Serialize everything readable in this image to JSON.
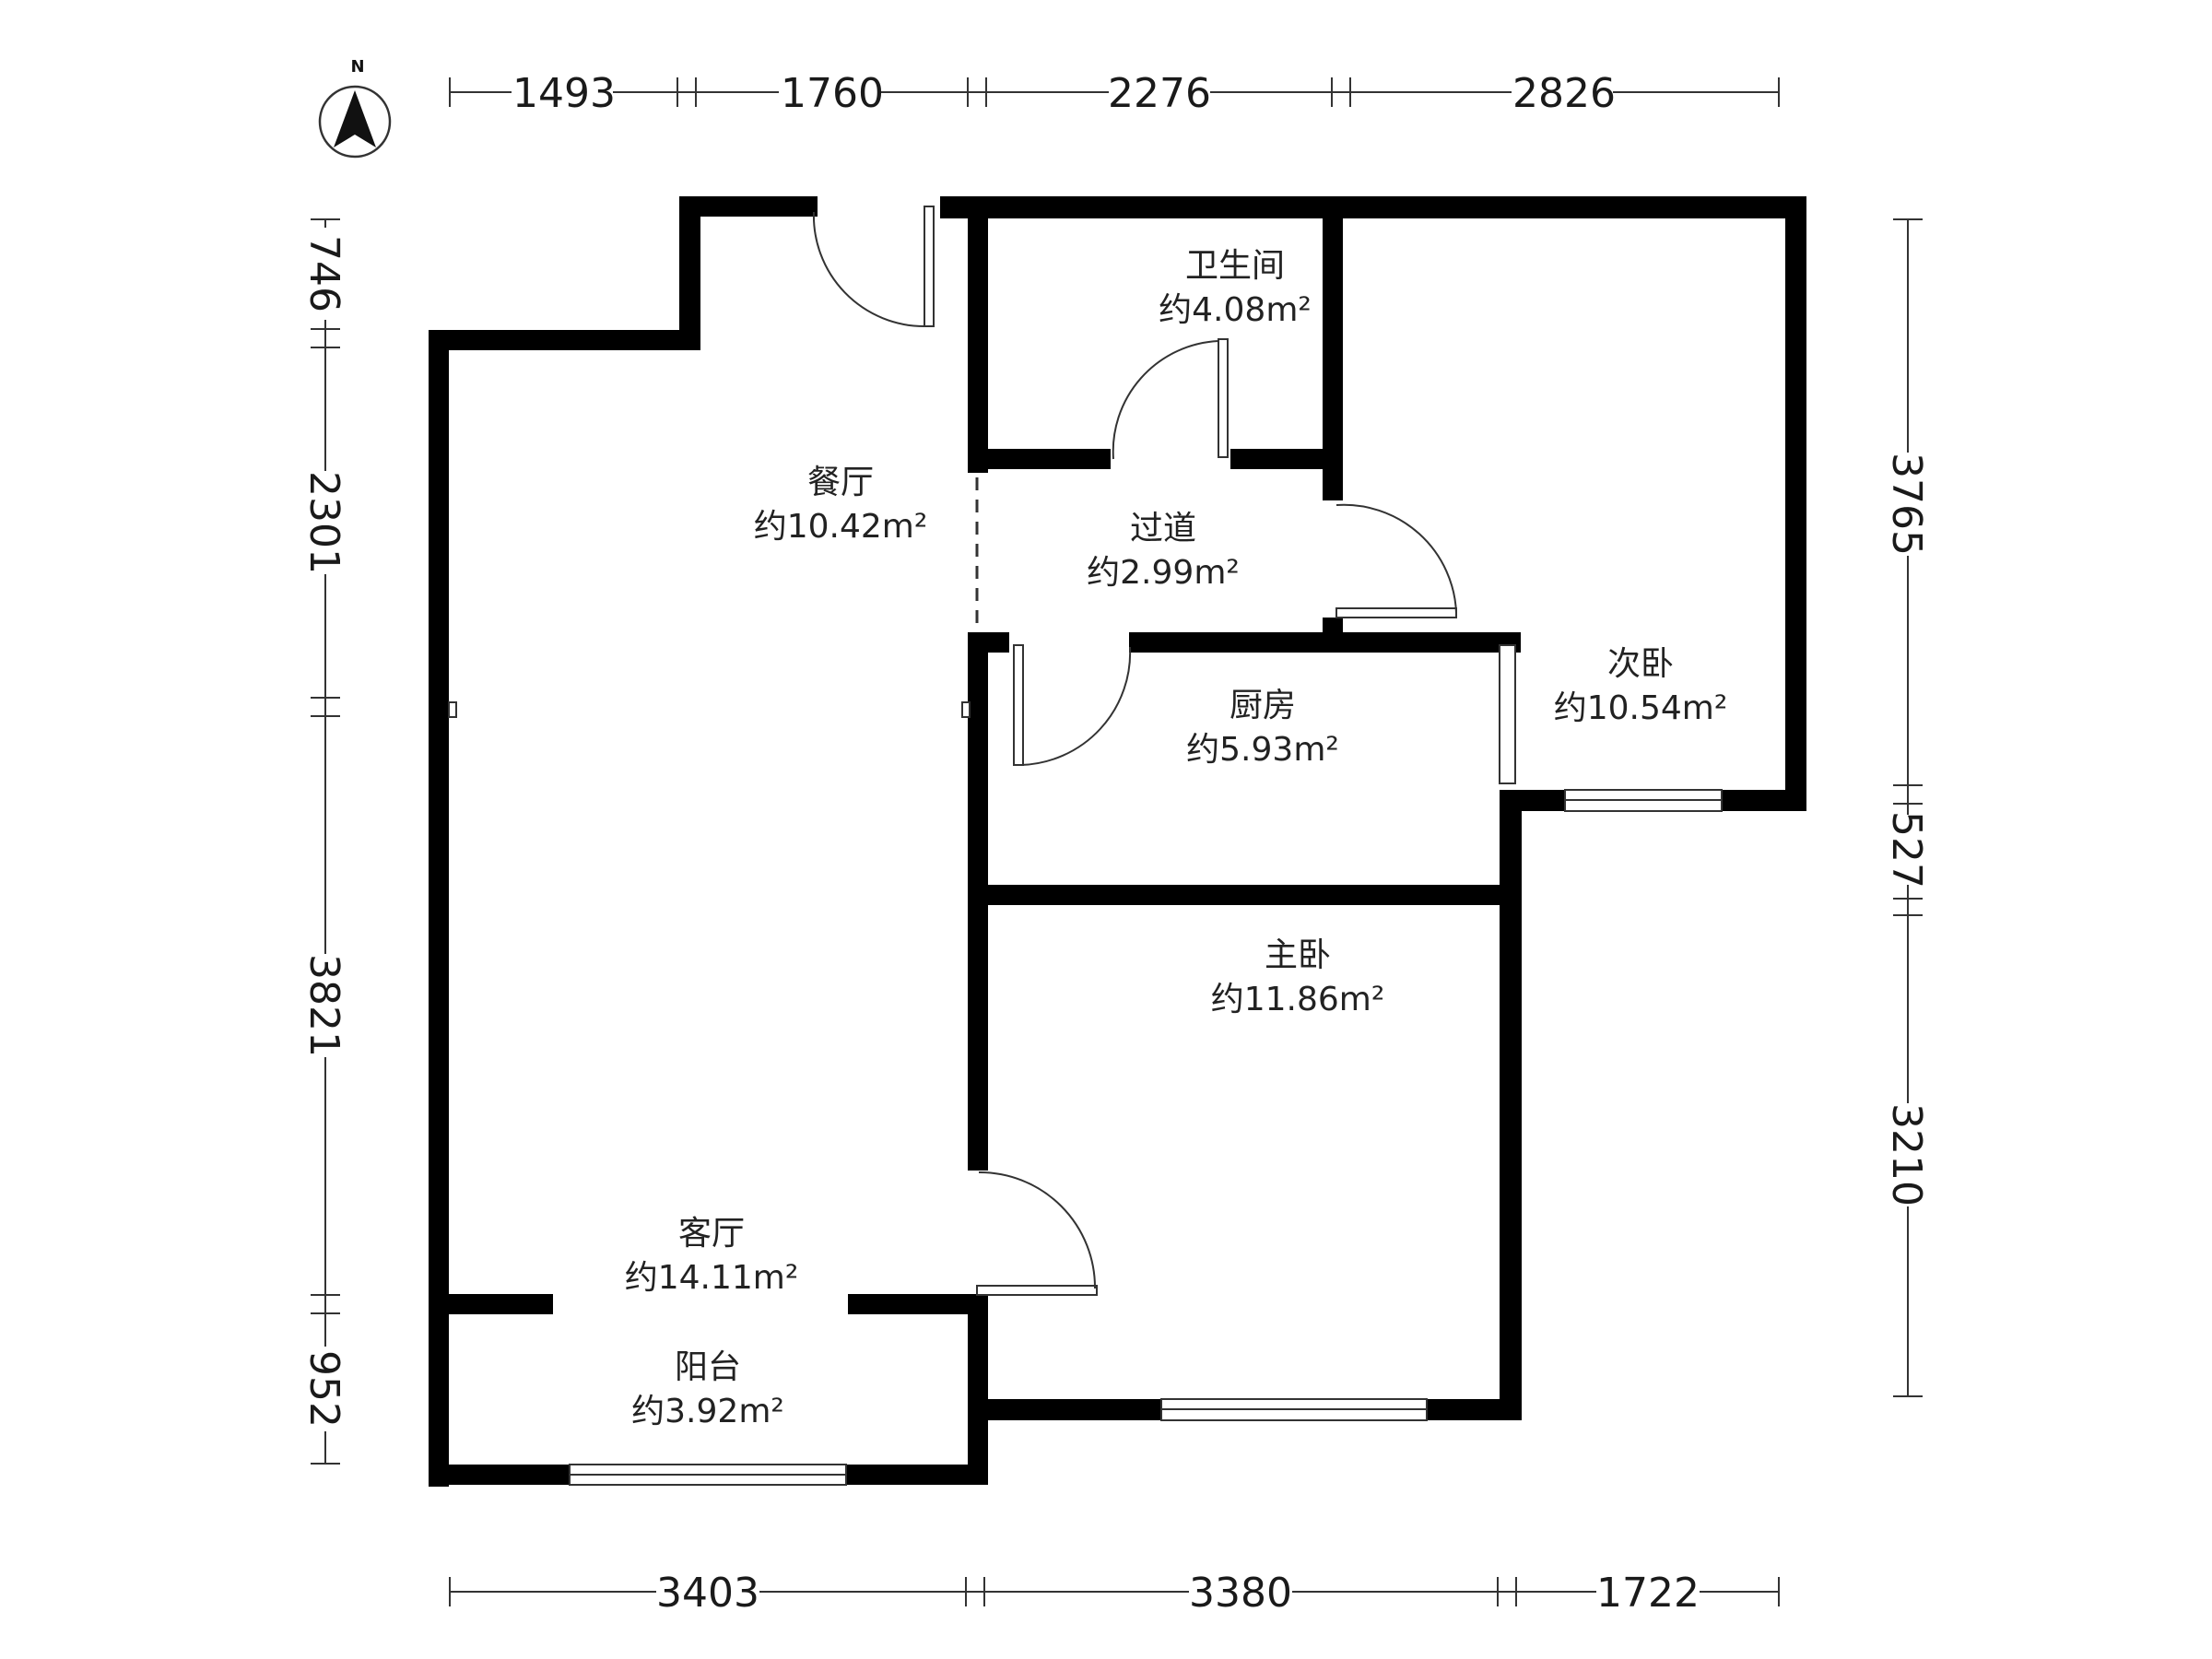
{
  "compass": {
    "north_label": "N"
  },
  "dimensions": {
    "top": [
      "1493",
      "1760",
      "2276",
      "2826"
    ],
    "bottom": [
      "3403",
      "3380",
      "1722"
    ],
    "left": [
      "746",
      "2301",
      "3821",
      "952"
    ],
    "right": [
      "3765",
      "527",
      "3210"
    ]
  },
  "rooms": [
    {
      "id": "bathroom",
      "name": "卫生间",
      "area": "约4.08m²"
    },
    {
      "id": "dining",
      "name": "餐厅",
      "area": "约10.42m²"
    },
    {
      "id": "hallway",
      "name": "过道",
      "area": "约2.99m²"
    },
    {
      "id": "second-bedroom",
      "name": "次卧",
      "area": "约10.54m²"
    },
    {
      "id": "kitchen",
      "name": "厨房",
      "area": "约5.93m²"
    },
    {
      "id": "master-bedroom",
      "name": "主卧",
      "area": "约11.86m²"
    },
    {
      "id": "living",
      "name": "客厅",
      "area": "约14.11m²"
    },
    {
      "id": "balcony",
      "name": "阳台",
      "area": "约3.92m²"
    }
  ]
}
